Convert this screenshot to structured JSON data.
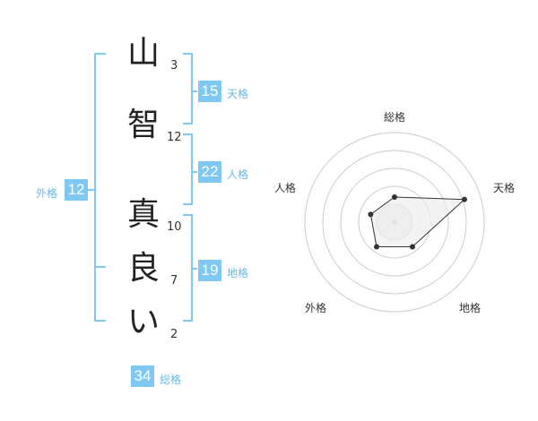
{
  "name": {
    "characters": [
      {
        "char": "山",
        "strokes": "3"
      },
      {
        "char": "智",
        "strokes": "12"
      },
      {
        "char": "真",
        "strokes": "10"
      },
      {
        "char": "良",
        "strokes": "7"
      },
      {
        "char": "い",
        "strokes": "2"
      }
    ]
  },
  "fortune": {
    "tenkaku": {
      "value": "15",
      "label": "天格"
    },
    "jinkaku": {
      "value": "22",
      "label": "人格"
    },
    "chikaku": {
      "value": "19",
      "label": "地格"
    },
    "gaikaku": {
      "value": "12",
      "label": "外格"
    },
    "soukaku": {
      "value": "34",
      "label": "総格"
    }
  },
  "radar": {
    "labels": {
      "top": "総格",
      "right": "天格",
      "bottom_right": "地格",
      "bottom_left": "外格",
      "left": "人格"
    },
    "levels": {
      "soukaku": 0.28,
      "tenkaku": 0.82,
      "chikaku": 0.34,
      "gaikaku": 0.34,
      "jinkaku": 0.28
    },
    "colors": {
      "bracket": "#7ec8f2",
      "ring": "#cccccc",
      "polygon_fill": "#eeeeee",
      "point": "#333333"
    }
  }
}
